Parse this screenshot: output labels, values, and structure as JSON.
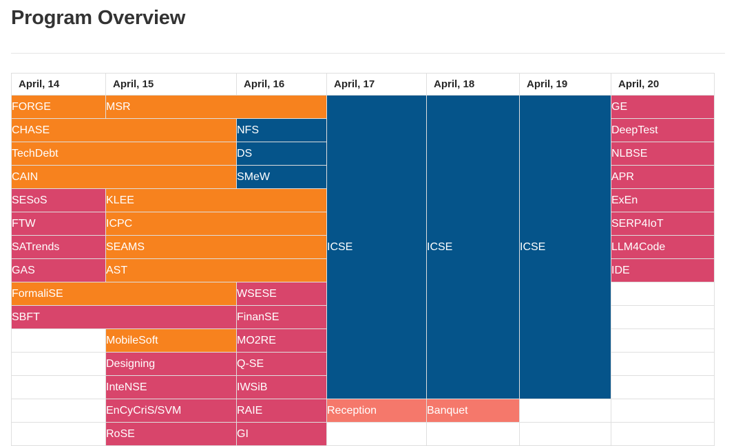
{
  "page": {
    "title": "Program Overview"
  },
  "table": {
    "columns": [
      {
        "label": "April, 14"
      },
      {
        "label": "April, 15"
      },
      {
        "label": "April, 16"
      },
      {
        "label": "April, 17"
      },
      {
        "label": "April, 18"
      },
      {
        "label": "April, 19"
      },
      {
        "label": "April, 20"
      }
    ],
    "colors": {
      "orange": "#f7821e",
      "crimson": "#d8456b",
      "blue": "#05548a",
      "salmon": "#f5786b",
      "grid": "#dfdfdf",
      "title": "#333333"
    },
    "events": {
      "forge": "FORGE",
      "msr": "MSR",
      "icse_17": "ICSE",
      "icse_18": "ICSE",
      "icse_19": "ICSE",
      "ge": "GE",
      "chase": "CHASE",
      "nfs": "NFS",
      "deeptest": "DeepTest",
      "techdebt": "TechDebt",
      "ds": "DS",
      "nlbse": "NLBSE",
      "cain": "CAIN",
      "smew": "SMeW",
      "apr": "APR",
      "sesos": "SESoS",
      "klee": "KLEE",
      "exen": "ExEn",
      "ftw": "FTW",
      "icpc": "ICPC",
      "serp4iot": "SERP4IoT",
      "satrends": "SATrends",
      "seams": "SEAMS",
      "llm4code": "LLM4Code",
      "gas": "GAS",
      "ast": "AST",
      "ide": "IDE",
      "formalise": "FormaliSE",
      "wsese": "WSESE",
      "sbft": "SBFT",
      "finanse": "FinanSE",
      "mobilesoft": "MobileSoft",
      "mo2re": "MO2RE",
      "designing": "Designing",
      "qse": "Q-SE",
      "intense": "InteNSE",
      "iwsib": "IWSiB",
      "encycris": "EnCyCriS/SVM",
      "raie": "RAIE",
      "reception": "Reception",
      "banquet": "Banquet",
      "rose": "RoSE",
      "gi": "GI"
    }
  }
}
